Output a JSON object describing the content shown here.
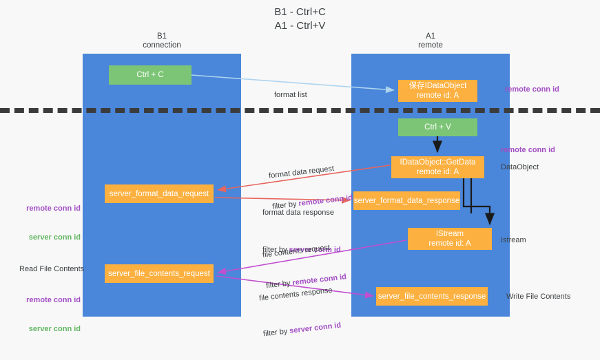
{
  "title": {
    "line1": "B1 - Ctrl+C",
    "line2": "A1 - Ctrl+V"
  },
  "columns": [
    {
      "id": "b1",
      "name": "B1",
      "role": "connection"
    },
    {
      "id": "a1",
      "name": "A1",
      "role": "remote"
    }
  ],
  "boxes": [
    {
      "id": "ctrl-c",
      "kind": "green",
      "line1": "Ctrl + C",
      "line2": ""
    },
    {
      "id": "save-idataobject",
      "kind": "orange",
      "line1": "保存IDataObject",
      "line2": "remote id: A"
    },
    {
      "id": "ctrl-v",
      "kind": "green",
      "line1": "Ctrl + V",
      "line2": ""
    },
    {
      "id": "idataobject-getdata",
      "kind": "orange",
      "line1": "IDataObject::GetData",
      "line2": "remote id: A"
    },
    {
      "id": "server-format-data-request",
      "kind": "orange",
      "line1": "server_format_data_request",
      "line2": ""
    },
    {
      "id": "server-format-data-response",
      "kind": "orange",
      "line1": "server_format_data_response",
      "line2": ""
    },
    {
      "id": "istream",
      "kind": "orange",
      "line1": "IStream",
      "line2": "remote id: A"
    },
    {
      "id": "server-file-contents-request",
      "kind": "orange",
      "line1": "server_file_contents_request",
      "line2": ""
    },
    {
      "id": "server-file-contents-response",
      "kind": "orange",
      "line1": "server_file_contents_response",
      "line2": ""
    }
  ],
  "edge_labels": {
    "format_list": "format list",
    "format_data_request": "format data request",
    "format_data_request_filter_prefix": "filter by ",
    "format_data_request_filter_key": "remote conn id",
    "format_data_response": "format data response",
    "format_data_response_filter_prefix": "filter by ",
    "format_data_response_filter_key": "server conn id",
    "file_contents_request": "file contents request",
    "file_contents_request_filter_prefix": "filter by ",
    "file_contents_request_filter_key": "remote conn id",
    "file_contents_response": "file contents response",
    "file_contents_response_filter_prefix": "filter by ",
    "file_contents_response_filter_key": "server conn id"
  },
  "annotations": {
    "right": [
      {
        "id": "r1",
        "text": "remote conn id",
        "color": "purple"
      },
      {
        "id": "r2",
        "text": "remote conn id",
        "color": "purple"
      },
      {
        "id": "r3",
        "text": "DataObject",
        "color": "dark"
      },
      {
        "id": "r4",
        "text": "Istream",
        "color": "dark"
      },
      {
        "id": "r5",
        "text": "Write File Contents",
        "color": "dark"
      }
    ],
    "left": [
      {
        "id": "l1a",
        "text": "remote conn id",
        "color": "purple"
      },
      {
        "id": "l1b",
        "text": "server conn id",
        "color": "green"
      },
      {
        "id": "l2",
        "text": "Read File Contents",
        "color": "dark"
      },
      {
        "id": "l3a",
        "text": "remote conn id",
        "color": "purple"
      },
      {
        "id": "l3b",
        "text": "server conn id",
        "color": "green"
      }
    ]
  },
  "colors": {
    "lane": "#4a86d9",
    "green_box": "#7cc576",
    "orange_box": "#fbb040",
    "background": "#f8f8f8",
    "divider": "#3b3b3b",
    "arrow_blue": "#aed4f0",
    "arrow_red": "#e8655f",
    "arrow_magenta": "#c24fd0",
    "arrow_black": "#1a1a1a",
    "key_purple": "#a24fc4",
    "key_green": "#62b562"
  }
}
